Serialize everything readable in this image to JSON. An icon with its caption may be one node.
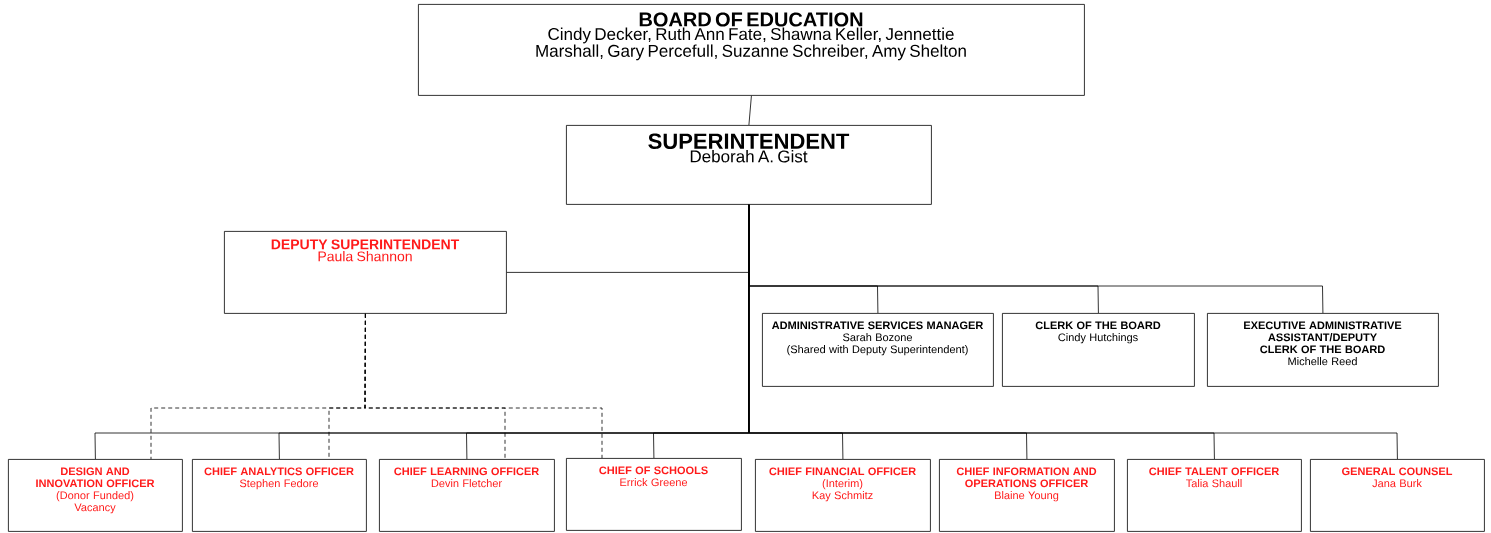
{
  "diagram": {
    "nodes": [
      {
        "text": [
          "BOARD OF EDUCATION",
          "Cindy Decker, Ruth Ann Fate, Shawna Keller, Jennettie Marshall, Gary Percefull, Suzanne Schreiber, Amy Shelton"
        ]
      },
      {
        "text": [
          "SUPERINTENDENT",
          "Deborah A. Gist"
        ]
      },
      {
        "text": [
          "DEPUTY SUPERINTENDENT",
          "Paula Shannon"
        ]
      },
      {
        "text": [
          "ADMINISTRATIVE SERVICES MANAGER",
          "Sarah Bozone",
          "(Shared with Deputy Superintendent)"
        ]
      },
      {
        "text": [
          "CLERK OF THE BOARD",
          "Cindy Hutchings"
        ]
      },
      {
        "text": [
          "EXECUTIVE ADMINISTRATIVE ASSISTANT/DEPUTY CLERK OF THE BOARD",
          "Michelle Reed"
        ]
      },
      {
        "text": [
          "DESIGN AND INNOVATION OFFICER",
          "(Donor Funded)",
          "Vacancy"
        ]
      },
      {
        "text": [
          "CHIEF ANALYTICS OFFICER",
          "Stephen Fedore"
        ]
      },
      {
        "text": [
          "CHIEF LEARNING OFFICER",
          "Devin Fletcher"
        ]
      },
      {
        "text": [
          "CHIEF OF SCHOOLS",
          "Errick Greene"
        ]
      },
      {
        "text": [
          "CHIEF FINANCIAL OFFICER",
          "(Interim)",
          "Kay Schmitz"
        ]
      },
      {
        "text": [
          "CHIEF INFORMATION AND OPERATIONS OFFICER",
          "Blaine Young"
        ]
      },
      {
        "text": [
          "CHIEF TALENT OFFICER",
          "Talia Shaull"
        ]
      },
      {
        "text": [
          "GENERAL COUNSEL",
          "Jana Burk"
        ]
      }
    ],
    "edges": [
      {
        "from": 0,
        "to": 1,
        "arrow": "none"
      },
      {
        "from": 1,
        "to": 2,
        "arrow": "none"
      },
      {
        "from": 1,
        "to": 3,
        "arrow": "none"
      },
      {
        "from": 1,
        "to": 4,
        "arrow": "none"
      },
      {
        "from": 1,
        "to": 5,
        "arrow": "none"
      },
      {
        "from": 1,
        "to": 6,
        "arrow": "none"
      },
      {
        "from": 1,
        "to": 7,
        "arrow": "none"
      },
      {
        "from": 1,
        "to": 8,
        "arrow": "none"
      },
      {
        "from": 1,
        "to": 9,
        "arrow": "none"
      },
      {
        "from": 1,
        "to": 10,
        "arrow": "none"
      },
      {
        "from": 1,
        "to": 11,
        "arrow": "none"
      },
      {
        "from": 1,
        "to": 12,
        "arrow": "none"
      },
      {
        "from": 1,
        "to": 13,
        "arrow": "none"
      },
      {
        "from": 2,
        "to": 6,
        "arrow": "none",
        "style": "dashed"
      },
      {
        "from": 2,
        "to": 7,
        "arrow": "none",
        "style": "dashed"
      },
      {
        "from": 2,
        "to": 8,
        "arrow": "none",
        "style": "dashed"
      },
      {
        "from": 2,
        "to": 9,
        "arrow": "none",
        "style": "dashed"
      }
    ]
  }
}
